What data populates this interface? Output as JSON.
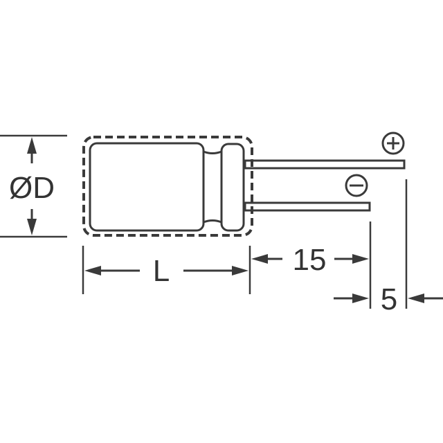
{
  "diagram": {
    "title": "Radial electrolytic capacitor dimension drawing",
    "colors": {
      "stroke": "#3a3a3a",
      "text": "#333333",
      "background": "#ffffff"
    },
    "labels": {
      "diameter": "ØD",
      "length": "L",
      "lead_length": "15",
      "lead_spacing": "5",
      "positive": "+",
      "negative": "−"
    },
    "icons": {
      "positive_terminal": "plus-circle-icon",
      "negative_terminal": "minus-circle-icon"
    }
  }
}
